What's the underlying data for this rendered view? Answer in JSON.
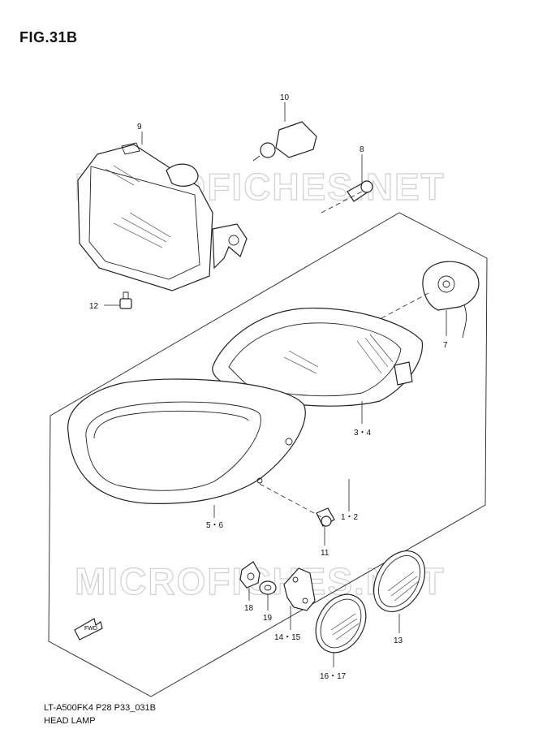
{
  "figure": {
    "title": "FIG.31B",
    "code": "LT-A500FK4 P28 P33_031B",
    "caption": "HEAD LAMP"
  },
  "watermarks": [
    "MICROFICHES.NET",
    "MICROFICHES.NET"
  ],
  "callouts": {
    "c9": "9",
    "c10": "10",
    "c8": "8",
    "c12": "12",
    "c7": "7",
    "c34": "3・4",
    "c12b": "1・2",
    "c56": "5・6",
    "c11": "11",
    "c18": "18",
    "c19": "19",
    "c1415": "14・15",
    "c1617": "16・17",
    "c13": "13"
  },
  "fwd_label": "FWD"
}
